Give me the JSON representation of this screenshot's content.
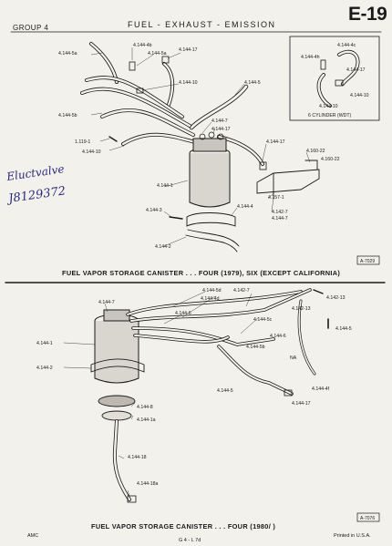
{
  "header": {
    "group": "GROUP 4",
    "title": "FUEL - EXHAUST - EMISSION",
    "page": "E-19"
  },
  "figure1": {
    "caption": "FUEL VAPOR STORAGE CANISTER . . . FOUR (1979), SIX (EXCEPT CALIFORNIA)",
    "fig_number": "A-7029",
    "inset_label": "6 CYLINDER (WDT)",
    "labels": [
      "4.144-4b",
      "4.144-5a",
      "4.144-5a",
      "4.144-17",
      "4.144-5b",
      "4.144-10",
      "4.144-5",
      "4.144-7",
      "4.144-17",
      "1.119-1",
      "4.144-10",
      "4.144-17",
      "4.160-22",
      "4.160-22",
      "4.144-1",
      "4.157-1",
      "4.144-3",
      "4.144-4",
      "4.142-7",
      "4.144-7",
      "4.144-2",
      "4.144-4c",
      "4.144-4h",
      "4.144-17",
      "4.144-10",
      "4.144-10"
    ]
  },
  "figure2": {
    "caption": "FUEL VAPOR STORAGE CANISTER . . . FOUR (1980/ )",
    "fig_number": "A-7076",
    "labels": [
      "4.144-7",
      "4.144-5d",
      "4.142-7",
      "4.144-4d",
      "4.144-6",
      "4.142-13",
      "4.142-13",
      "4.144-5c",
      "4.144-6",
      "4.144-5",
      "4.144-5b",
      "4.144-1",
      "4.144-2",
      "NA",
      "4.144-5",
      "4.144-4f",
      "4.144-17",
      "4.144-8",
      "4.144-1a",
      "4.144-18",
      "4.144-18a"
    ]
  },
  "handwriting": {
    "line1": "Eluctvalve",
    "line2": "J8129372"
  },
  "footer": {
    "left": "AMC",
    "center": "G 4 - L 7d",
    "right": "Printed in U.S.A."
  }
}
